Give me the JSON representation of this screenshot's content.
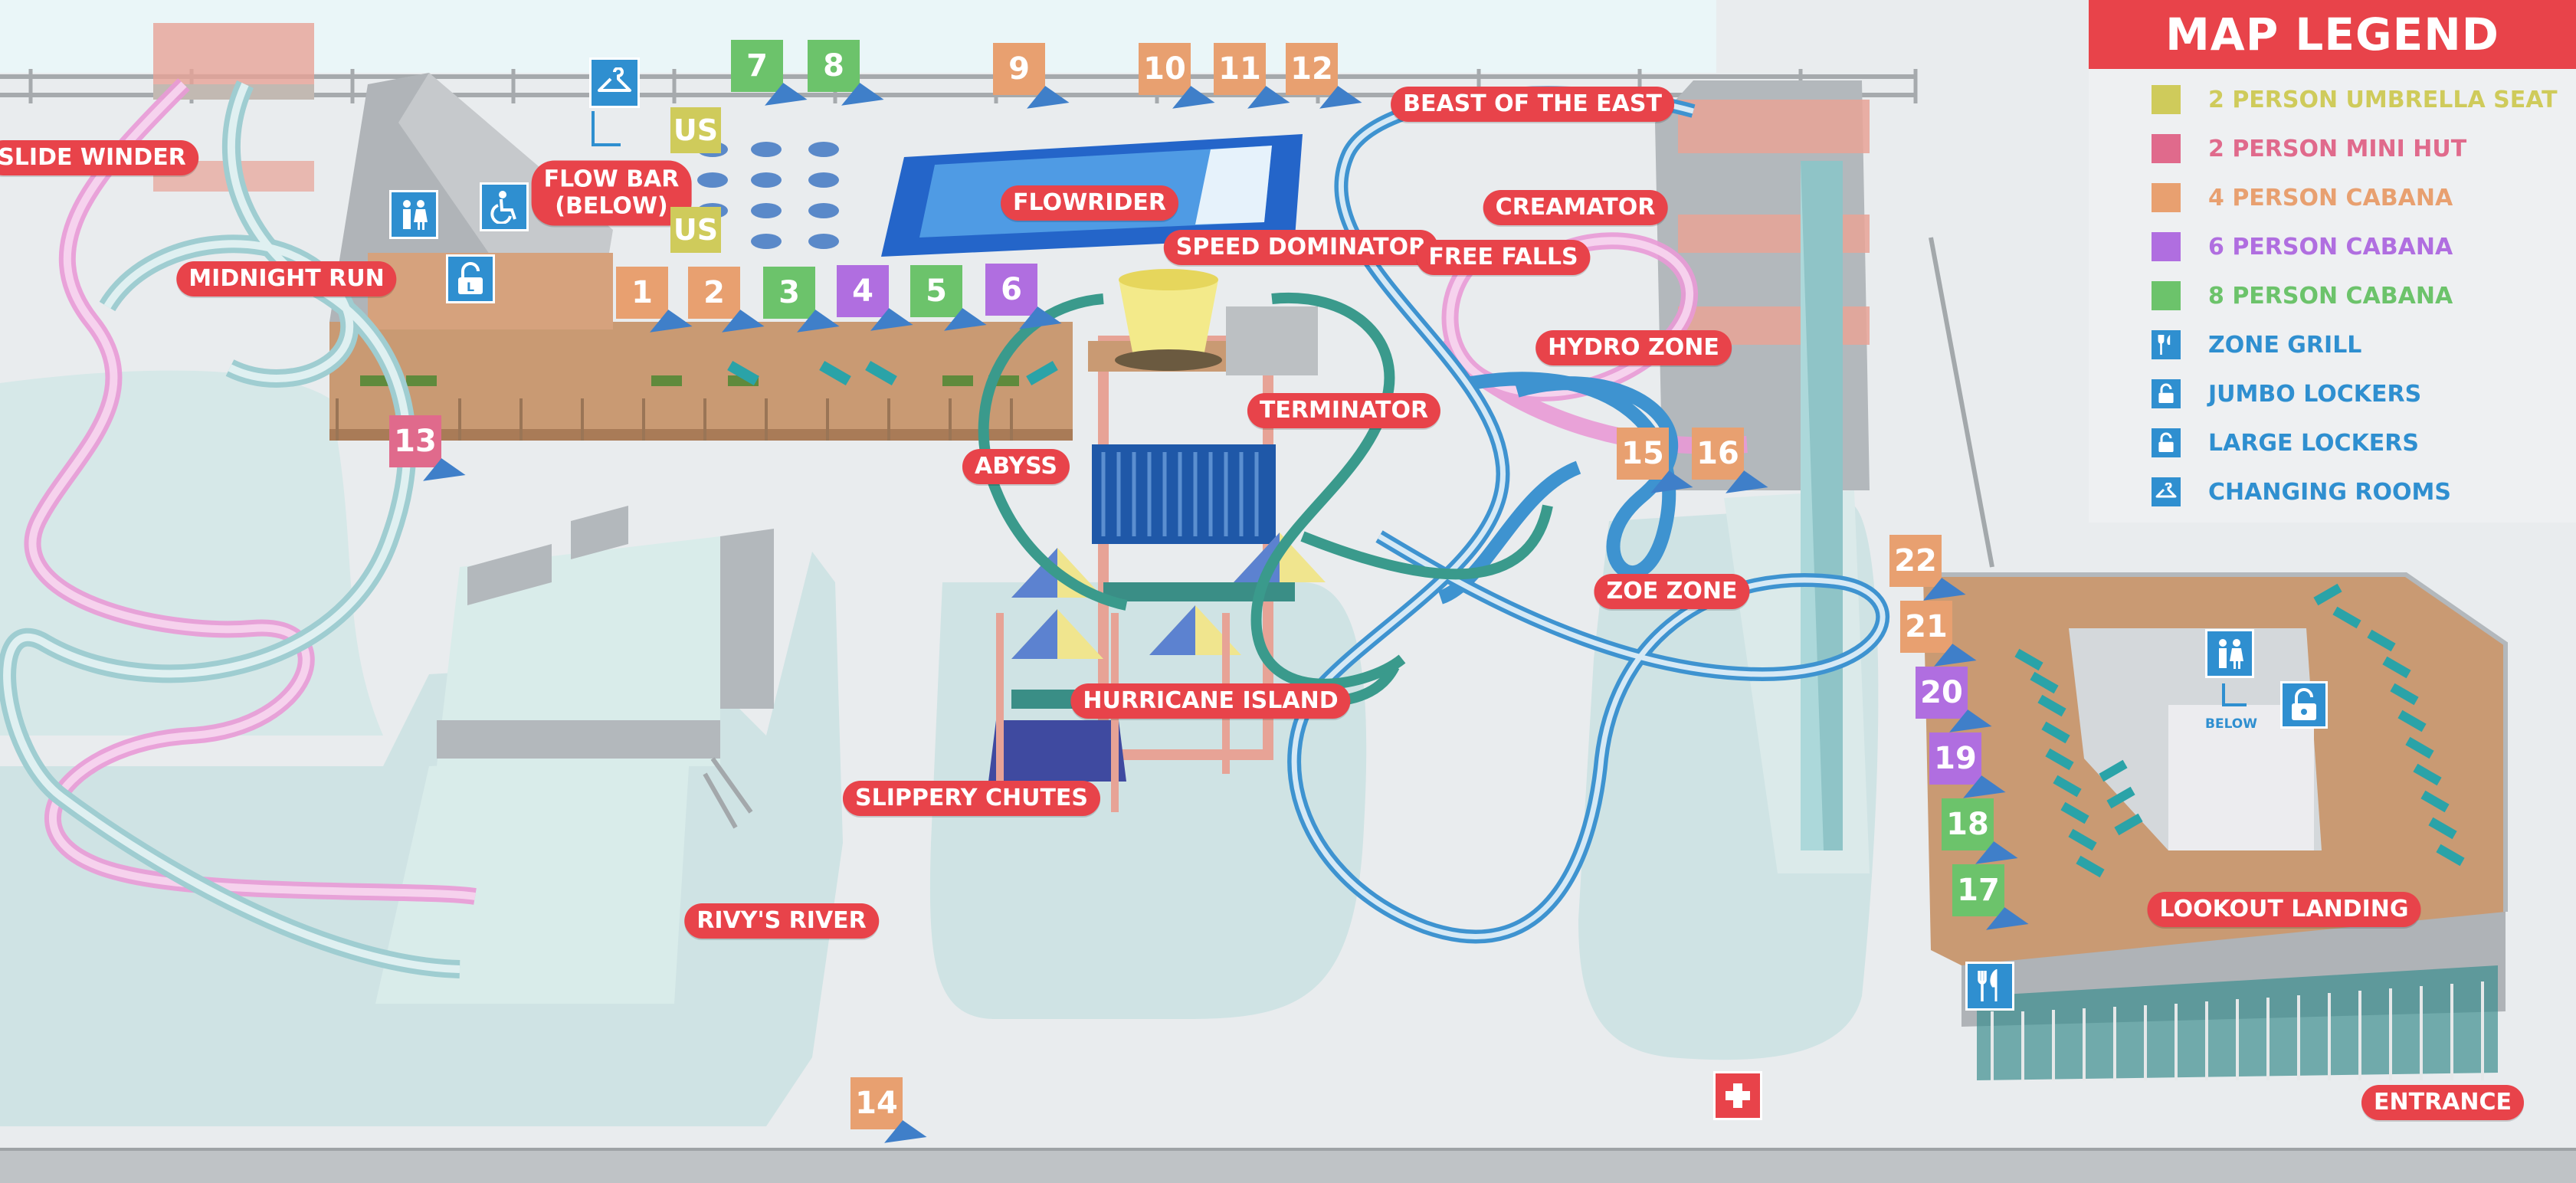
{
  "legend": {
    "title": "MAP LEGEND",
    "items": [
      {
        "label": "2 PERSON UMBRELLA SEAT",
        "color": "#cfcb5b",
        "icon": "yellow-swatch"
      },
      {
        "label": "2 PERSON MINI HUT",
        "color": "#e06a8c",
        "icon": "pink-swatch"
      },
      {
        "label": "4 PERSON CABANA",
        "color": "#e8a070",
        "icon": "orange-swatch"
      },
      {
        "label": "6 PERSON CABANA",
        "color": "#b06ee0",
        "icon": "purple-swatch"
      },
      {
        "label": "8 PERSON CABANA",
        "color": "#6cc36b",
        "icon": "green-swatch"
      },
      {
        "label": "ZONE GRILL",
        "color": "#2f8fd0",
        "icon": "fork-knife-icon"
      },
      {
        "label": "JUMBO LOCKERS",
        "color": "#2f8fd0",
        "icon": "lock-icon"
      },
      {
        "label": "LARGE LOCKERS",
        "color": "#2f8fd0",
        "icon": "lock-icon"
      },
      {
        "label": "CHANGING ROOMS",
        "color": "#2f8fd0",
        "icon": "hanger-icon"
      }
    ]
  },
  "attractions": {
    "slide_winder": "SLIDE WINDER",
    "midnight_run": "MIDNIGHT RUN",
    "flow_bar": "FLOW BAR\n(BELOW)",
    "flowrider": "FLOWRIDER",
    "speed_dominator": "SPEED DOMINATOR",
    "beast_of_the_east": "BEAST OF THE EAST",
    "creamator": "CREAMATOR",
    "free_falls": "FREE FALLS",
    "hydro_zone": "HYDRO ZONE",
    "terminator": "TERMINATOR",
    "abyss": "ABYSS",
    "zoe_zone": "ZOE ZONE",
    "hurricane_island": "HURRICANE ISLAND",
    "slippery_chutes": "SLIPPERY CHUTES",
    "rivys_river": "RIVY'S RIVER",
    "lookout_landing": "LOOKOUT LANDING",
    "entrance": "ENTRANCE"
  },
  "seating": [
    {
      "number": "1",
      "type": "4 PERSON CABANA",
      "color": "#e8a070"
    },
    {
      "number": "2",
      "type": "4 PERSON CABANA",
      "color": "#e8a070"
    },
    {
      "number": "3",
      "type": "8 PERSON CABANA",
      "color": "#6cc36b"
    },
    {
      "number": "4",
      "type": "6 PERSON CABANA",
      "color": "#b06ee0"
    },
    {
      "number": "5",
      "type": "8 PERSON CABANA",
      "color": "#6cc36b"
    },
    {
      "number": "6",
      "type": "6 PERSON CABANA",
      "color": "#b06ee0"
    },
    {
      "number": "7",
      "type": "8 PERSON CABANA",
      "color": "#6cc36b"
    },
    {
      "number": "8",
      "type": "8 PERSON CABANA",
      "color": "#6cc36b"
    },
    {
      "number": "9",
      "type": "4 PERSON CABANA",
      "color": "#e8a070"
    },
    {
      "number": "10",
      "type": "4 PERSON CABANA",
      "color": "#e8a070"
    },
    {
      "number": "11",
      "type": "4 PERSON CABANA",
      "color": "#e8a070"
    },
    {
      "number": "12",
      "type": "4 PERSON CABANA",
      "color": "#e8a070"
    },
    {
      "number": "13",
      "type": "2 PERSON MINI HUT",
      "color": "#e06a8c"
    },
    {
      "number": "14",
      "type": "4 PERSON CABANA",
      "color": "#e8a070"
    },
    {
      "number": "15",
      "type": "4 PERSON CABANA",
      "color": "#e8a070"
    },
    {
      "number": "16",
      "type": "4 PERSON CABANA",
      "color": "#e8a070"
    },
    {
      "number": "17",
      "type": "8 PERSON CABANA",
      "color": "#6cc36b"
    },
    {
      "number": "18",
      "type": "8 PERSON CABANA",
      "color": "#6cc36b"
    },
    {
      "number": "19",
      "type": "6 PERSON CABANA",
      "color": "#b06ee0"
    },
    {
      "number": "20",
      "type": "6 PERSON CABANA",
      "color": "#b06ee0"
    },
    {
      "number": "21",
      "type": "4 PERSON CABANA",
      "color": "#e8a070"
    },
    {
      "number": "22",
      "type": "4 PERSON CABANA",
      "color": "#e8a070"
    }
  ],
  "umbrella_seats": {
    "label": "US",
    "count": 2
  },
  "amenities": {
    "below_label": "BELOW",
    "icons": [
      "hanger-icon",
      "restroom-icon",
      "wheelchair-icon",
      "lock-icon",
      "restroom-icon",
      "lock-icon",
      "fork-knife-icon",
      "first-aid-icon"
    ]
  }
}
